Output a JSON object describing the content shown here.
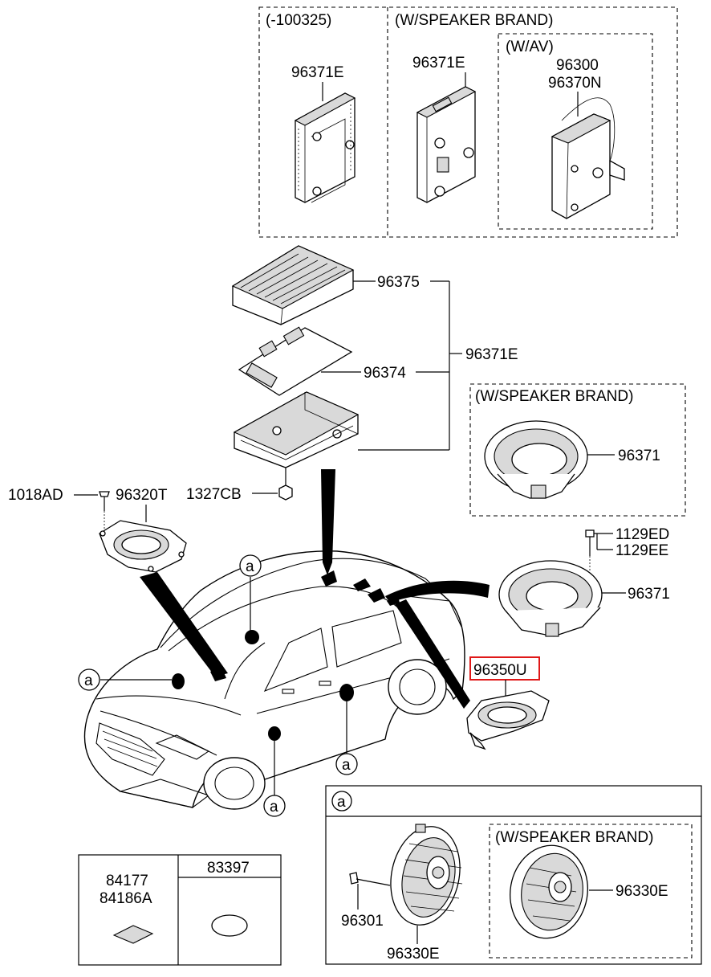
{
  "labels": {
    "top_box_1_header": "(-100325)",
    "top_box_2_header": "(W/SPEAKER BRAND)",
    "top_box_3_header": "(W/AV)",
    "amp_a": "96371E",
    "amp_b": "96371E",
    "av_1": "96300",
    "av_2": "96370N",
    "amp_cover": "96375",
    "amp_board": "96374",
    "amp_assy": "96371E",
    "brand_box_header": "(W/SPEAKER BRAND)",
    "brand_woofer": "96371",
    "screw_left": "1018AD",
    "tweeter_left": "96320T",
    "nut": "1327CB",
    "bolt_1": "1129ED",
    "bolt_2": "1129EE",
    "woofer": "96371",
    "center_speaker": "96350U",
    "callout_a": "a",
    "detail_a_header": "a",
    "door_brand_header": "(W/SPEAKER BRAND)",
    "door_speaker_brand": "96330E",
    "door_speaker": "96330E",
    "door_rivet": "96301",
    "pad_1": "84177",
    "pad_2": "84186A",
    "pad_3": "83397"
  },
  "highlight_color": "#e01818"
}
